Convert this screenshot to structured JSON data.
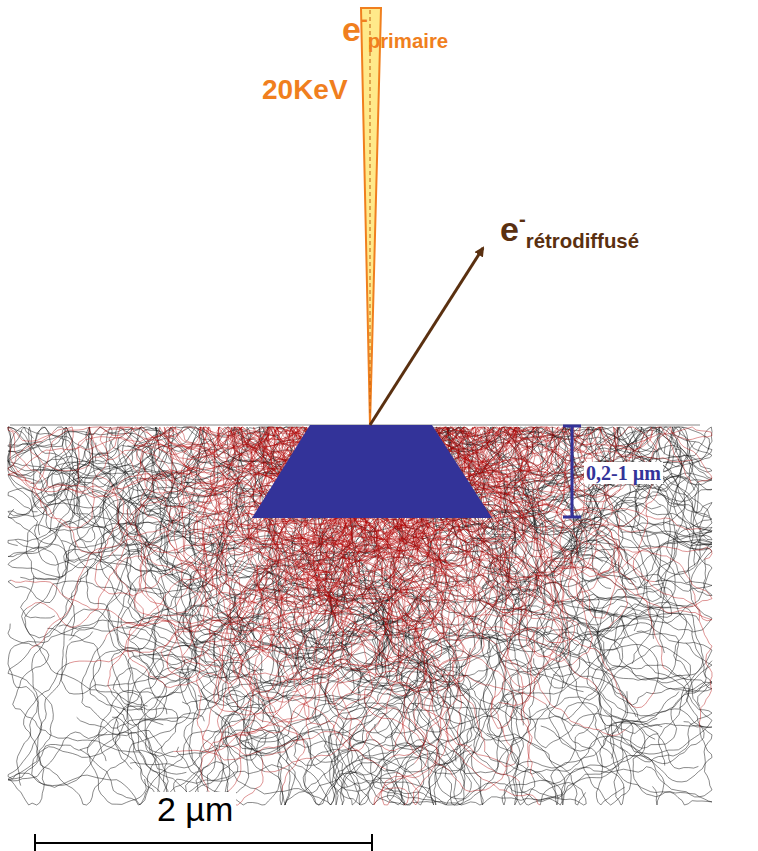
{
  "diagram": {
    "labels": [
      "e",
      "-",
      "primaire",
      "20KeV",
      "e",
      "-",
      "rétrodiffusé",
      "0,2-1 µm",
      "2 µm"
    ]
  }
}
